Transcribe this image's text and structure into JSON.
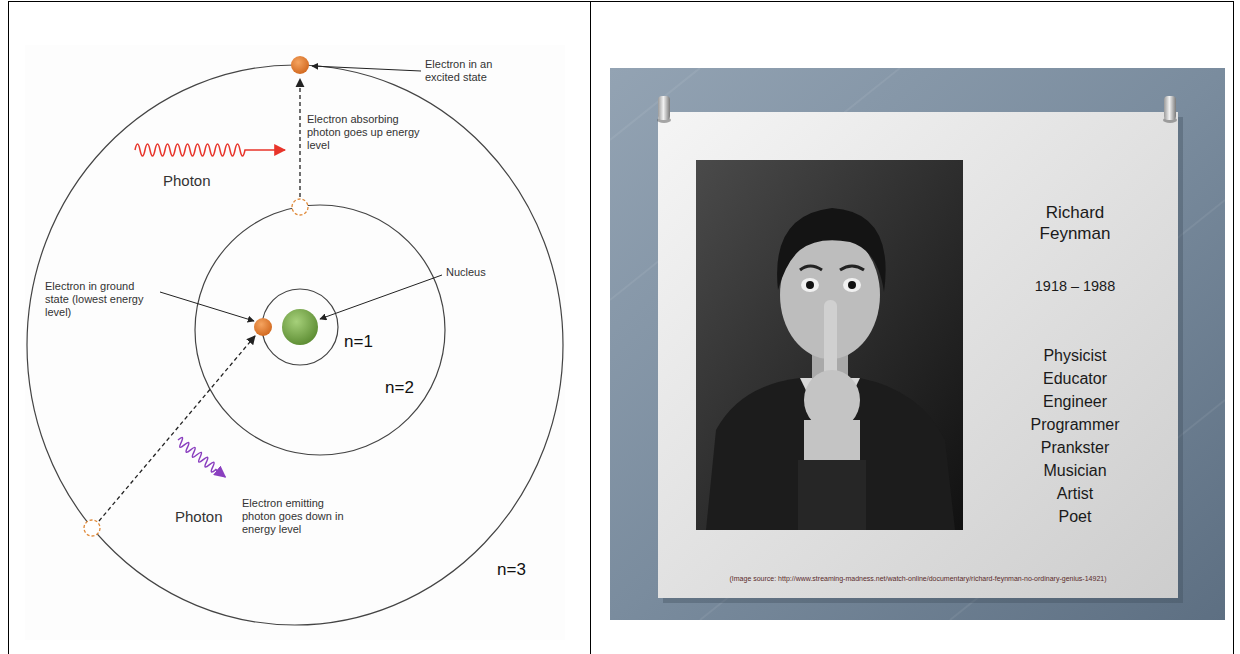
{
  "diagram": {
    "nodes": [
      {
        "text": [
          "Richard Feynman",
          "1918 – 1988",
          "Physicist Educator Engineer Programmer Prankster Musician Artist Poet",
          "(Image source: http://www.streaming-madness.net/watch-online/documentary/richard-feynman-no-ordinary-genius-14921)"
        ]
      }
    ],
    "labels": [
      "Electron in an excited state",
      "Electron absorbing photon goes up energy level",
      "Photon",
      "Electron in ground state (lowest energy level)",
      "Nucleus",
      "n=1",
      "n=2",
      "Photon",
      "Electron emitting photon goes down in energy level",
      "n=3"
    ]
  }
}
